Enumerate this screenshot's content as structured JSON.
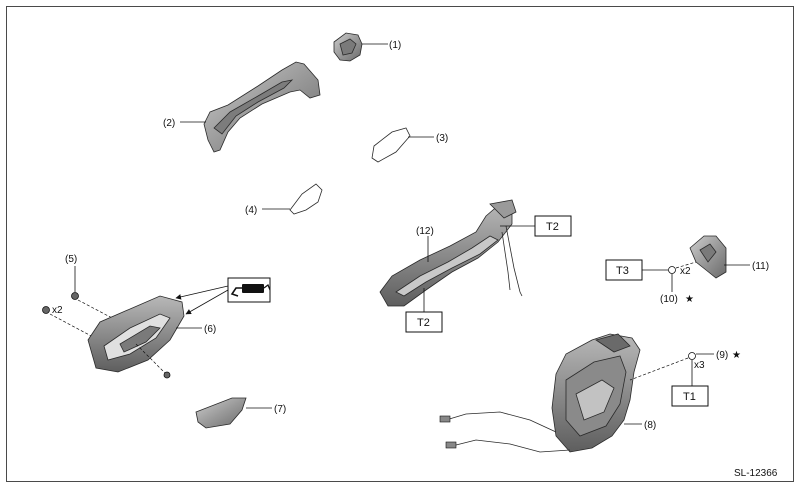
{
  "labels": {
    "p1": "(1)",
    "p2": "(2)",
    "p3": "(3)",
    "p4": "(4)",
    "p5": "(5)",
    "p6": "(6)",
    "p7": "(7)",
    "p8": "(8)",
    "p9": "(9)",
    "p10": "(10)",
    "p11": "(11)",
    "p12": "(12)"
  },
  "torque_boxes": {
    "t1": "T1",
    "t2a": "T2",
    "t2b": "T2",
    "t3": "T3"
  },
  "quantities": {
    "q5": "x2",
    "q9": "x3",
    "q10": "x2"
  },
  "star_symbol": "★",
  "grease_icon": "grease-gun-icon",
  "diagram_code": "SL-12366",
  "colors": {
    "part_fill": "#9a9a9a",
    "part_dark": "#6e6e6e",
    "part_light": "#c4c4c4",
    "line": "#111111"
  }
}
